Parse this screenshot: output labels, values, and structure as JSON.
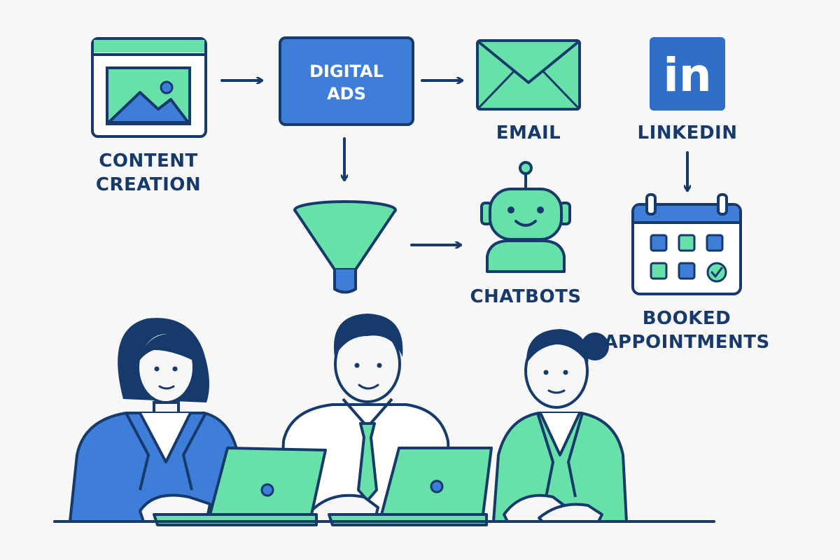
{
  "colors": {
    "navy": "#163a6b",
    "green": "#67e0aa",
    "blue": "#3e7ed9",
    "linkedin_blue": "#2f6fc7",
    "background": "#f7f7f7"
  },
  "nodes": {
    "content_creation": {
      "line1": "CONTENT",
      "line2": "CREATION",
      "icon": "image-window-icon"
    },
    "digital_ads": {
      "line1": "DIGITAL",
      "line2": "ADS"
    },
    "email": {
      "label": "EMAIL",
      "icon": "envelope-icon"
    },
    "linkedin": {
      "label": "LINKEDIN",
      "logo_text": "in",
      "icon": "linkedin-logo-icon"
    },
    "funnel": {
      "icon": "funnel-icon"
    },
    "chatbots": {
      "label": "CHATBOTS",
      "icon": "robot-icon"
    },
    "booked_appointments": {
      "line1": "BOOKED",
      "line2": "APPOINTMENTS",
      "icon": "calendar-icon"
    }
  },
  "people": [
    {
      "role": "woman-blue-jacket",
      "jacket": "#3e7ed9"
    },
    {
      "role": "man-shirt-tie",
      "shirt": "#ffffff"
    },
    {
      "role": "woman-green-jacket",
      "jacket": "#67e0aa"
    }
  ]
}
